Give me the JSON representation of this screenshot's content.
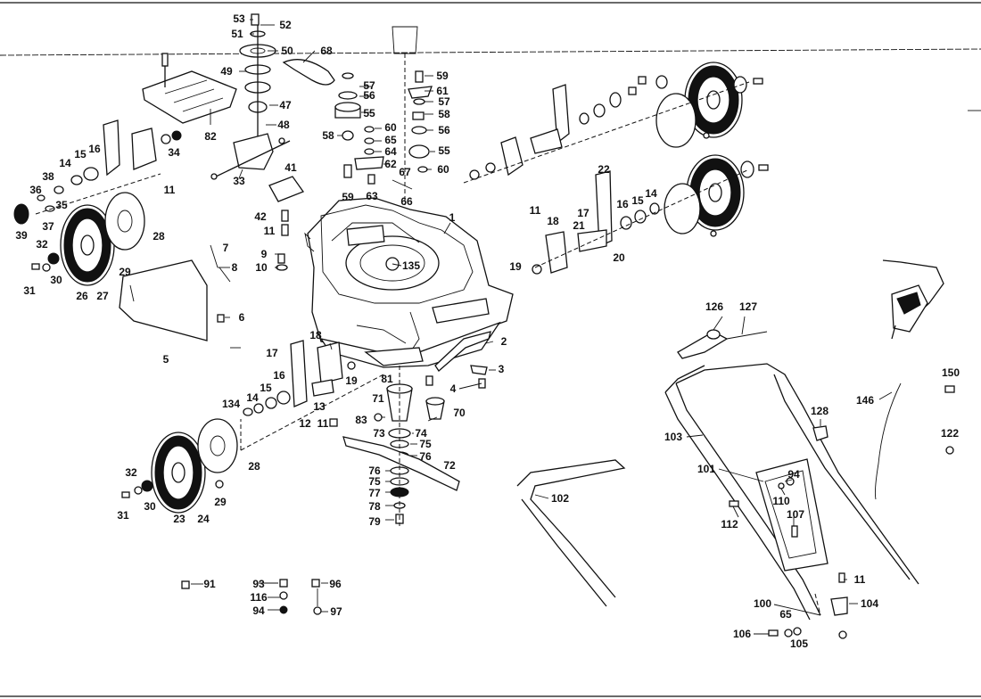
{
  "diagram": {
    "labels": [
      {
        "id": "l53",
        "text": "53"
      },
      {
        "id": "l52",
        "text": "52"
      },
      {
        "id": "l51",
        "text": "51"
      },
      {
        "id": "l50",
        "text": "50"
      },
      {
        "id": "l68",
        "text": "68"
      },
      {
        "id": "l49",
        "text": "49"
      },
      {
        "id": "l47",
        "text": "47"
      },
      {
        "id": "l48",
        "text": "48"
      },
      {
        "id": "l82",
        "text": "82"
      },
      {
        "id": "l33",
        "text": "33"
      },
      {
        "id": "l41",
        "text": "41"
      },
      {
        "id": "l42",
        "text": "42"
      },
      {
        "id": "l11a",
        "text": "11"
      },
      {
        "id": "l57a",
        "text": "57"
      },
      {
        "id": "l56a",
        "text": "56"
      },
      {
        "id": "l55a",
        "text": "55"
      },
      {
        "id": "l58a",
        "text": "58"
      },
      {
        "id": "l60a",
        "text": "60"
      },
      {
        "id": "l65",
        "text": "65"
      },
      {
        "id": "l64",
        "text": "64"
      },
      {
        "id": "l62",
        "text": "62"
      },
      {
        "id": "l67",
        "text": "67"
      },
      {
        "id": "l60b",
        "text": "60"
      },
      {
        "id": "l66",
        "text": "66"
      },
      {
        "id": "l59a",
        "text": "59"
      },
      {
        "id": "l63",
        "text": "63"
      },
      {
        "id": "l59b",
        "text": "59"
      },
      {
        "id": "l61",
        "text": "61"
      },
      {
        "id": "l57b",
        "text": "57"
      },
      {
        "id": "l58b",
        "text": "58"
      },
      {
        "id": "l56b",
        "text": "56"
      },
      {
        "id": "l55b",
        "text": "55"
      },
      {
        "id": "l1",
        "text": "1"
      },
      {
        "id": "l135",
        "text": "135"
      },
      {
        "id": "l9",
        "text": "9"
      },
      {
        "id": "l10",
        "text": "10"
      },
      {
        "id": "l7",
        "text": "7"
      },
      {
        "id": "l8",
        "text": "8"
      },
      {
        "id": "l6",
        "text": "6"
      },
      {
        "id": "l5",
        "text": "5"
      },
      {
        "id": "l14a",
        "text": "14"
      },
      {
        "id": "l15a",
        "text": "15"
      },
      {
        "id": "l16a",
        "text": "16"
      },
      {
        "id": "l34",
        "text": "34"
      },
      {
        "id": "l38",
        "text": "38"
      },
      {
        "id": "l36",
        "text": "36"
      },
      {
        "id": "l35",
        "text": "35"
      },
      {
        "id": "l37",
        "text": "37"
      },
      {
        "id": "l39",
        "text": "39"
      },
      {
        "id": "l32a",
        "text": "32"
      },
      {
        "id": "l31a",
        "text": "31"
      },
      {
        "id": "l30a",
        "text": "30"
      },
      {
        "id": "l26",
        "text": "26"
      },
      {
        "id": "l27",
        "text": "27"
      },
      {
        "id": "l29a",
        "text": "29"
      },
      {
        "id": "l28a",
        "text": "28"
      },
      {
        "id": "l11b",
        "text": "11"
      },
      {
        "id": "l11c",
        "text": "11"
      },
      {
        "id": "l22",
        "text": "22"
      },
      {
        "id": "l17a",
        "text": "17"
      },
      {
        "id": "l16b",
        "text": "16"
      },
      {
        "id": "l15b",
        "text": "15"
      },
      {
        "id": "l14b",
        "text": "14"
      },
      {
        "id": "l18a",
        "text": "18"
      },
      {
        "id": "l21",
        "text": "21"
      },
      {
        "id": "l20",
        "text": "20"
      },
      {
        "id": "l19a",
        "text": "19"
      },
      {
        "id": "l2",
        "text": "2"
      },
      {
        "id": "l3",
        "text": "3"
      },
      {
        "id": "l4",
        "text": "4"
      },
      {
        "id": "l18b",
        "text": "18"
      },
      {
        "id": "l17b",
        "text": "17"
      },
      {
        "id": "l16c",
        "text": "16"
      },
      {
        "id": "l15c",
        "text": "15"
      },
      {
        "id": "l14c",
        "text": "14"
      },
      {
        "id": "l134",
        "text": "134"
      },
      {
        "id": "l13",
        "text": "13"
      },
      {
        "id": "l12",
        "text": "12"
      },
      {
        "id": "l11d",
        "text": "11"
      },
      {
        "id": "l19b",
        "text": "19"
      },
      {
        "id": "l81",
        "text": "81"
      },
      {
        "id": "l71",
        "text": "71"
      },
      {
        "id": "l70",
        "text": "70"
      },
      {
        "id": "l83",
        "text": "83"
      },
      {
        "id": "l73",
        "text": "73"
      },
      {
        "id": "l74",
        "text": "74"
      },
      {
        "id": "l75a",
        "text": "75"
      },
      {
        "id": "l76a",
        "text": "76"
      },
      {
        "id": "l72",
        "text": "72"
      },
      {
        "id": "l76b",
        "text": "76"
      },
      {
        "id": "l75b",
        "text": "75"
      },
      {
        "id": "l77",
        "text": "77"
      },
      {
        "id": "l78",
        "text": "78"
      },
      {
        "id": "l79",
        "text": "79"
      },
      {
        "id": "l32b",
        "text": "32"
      },
      {
        "id": "l30b",
        "text": "30"
      },
      {
        "id": "l31b",
        "text": "31"
      },
      {
        "id": "l23",
        "text": "23"
      },
      {
        "id": "l24",
        "text": "24"
      },
      {
        "id": "l29b",
        "text": "29"
      },
      {
        "id": "l28b",
        "text": "28"
      },
      {
        "id": "l102",
        "text": "102"
      },
      {
        "id": "l126",
        "text": "126"
      },
      {
        "id": "l127",
        "text": "127"
      },
      {
        "id": "l103",
        "text": "103"
      },
      {
        "id": "l128",
        "text": "128"
      },
      {
        "id": "l146",
        "text": "146"
      },
      {
        "id": "l150",
        "text": "150"
      },
      {
        "id": "l122",
        "text": "122"
      },
      {
        "id": "l101",
        "text": "101"
      },
      {
        "id": "l94a",
        "text": "94"
      },
      {
        "id": "l110",
        "text": "110"
      },
      {
        "id": "l112",
        "text": "112"
      },
      {
        "id": "l107",
        "text": "107"
      },
      {
        "id": "l11e",
        "text": "11"
      },
      {
        "id": "l104",
        "text": "104"
      },
      {
        "id": "l100",
        "text": "100"
      },
      {
        "id": "l65b",
        "text": "65"
      },
      {
        "id": "l106",
        "text": "106"
      },
      {
        "id": "l105",
        "text": "105"
      },
      {
        "id": "l91",
        "text": "91"
      },
      {
        "id": "l93",
        "text": "93"
      },
      {
        "id": "l116",
        "text": "116"
      },
      {
        "id": "l94b",
        "text": "94"
      },
      {
        "id": "l96",
        "text": "96"
      },
      {
        "id": "l97",
        "text": "97"
      }
    ]
  }
}
